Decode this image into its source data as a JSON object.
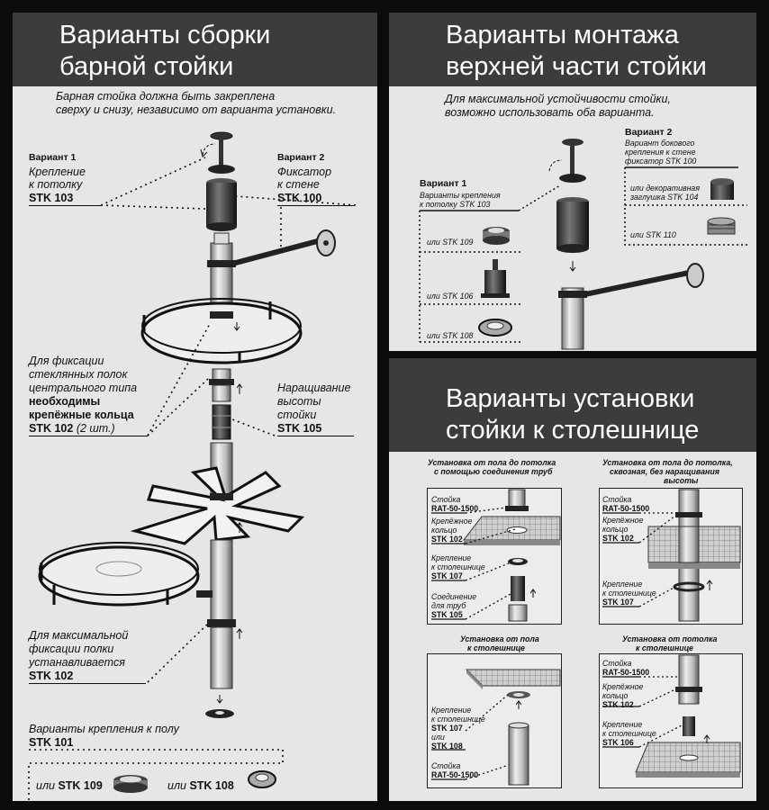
{
  "left": {
    "title_line1": "Варианты сборки",
    "title_line2": "барной стойки",
    "intro_line1": "Барная стойка должна быть закреплена",
    "intro_line2": "сверху и снизу, независимо от варианта установки.",
    "v1_head": "Вариант 1",
    "v1_l1": "Крепление",
    "v1_l2": "к потолку",
    "v1_code": "STK 103",
    "v2_head": "Вариант 2",
    "v2_l1": "Фиксатор",
    "v2_l2": "к стене",
    "v2_code": "STK 100",
    "glass_l1": "Для фиксации",
    "glass_l2": "стеклянных полок",
    "glass_l3": "центрального типа",
    "glass_l4": "необходимы",
    "glass_l5": "крепёжные кольца",
    "glass_code": "STK 102",
    "glass_qty": " (2 шт.)",
    "ext_l1": "Наращивание",
    "ext_l2": "высоты",
    "ext_l3": "стойки",
    "ext_code": "STK 105",
    "max_l1": "Для максимальной",
    "max_l2": "фиксации полки",
    "max_l3": "устанавливается",
    "max_code": "STK 102",
    "floor_l1": "Варианты крепления к полу",
    "floor_code": "STK 101",
    "or109_pre": "или ",
    "or109_code": "STK 109",
    "or108_pre": "или ",
    "or108_code": "STK 108"
  },
  "topright": {
    "title_line1": "Варианты монтажа",
    "title_line2": "верхней части стойки",
    "intro_line1": "Для максимальной устойчивости стойки,",
    "intro_line2": "возможно использовать оба варианта.",
    "v2_head": "Вариант 2",
    "v2_l1": "Вариант бокового",
    "v2_l2": "крепления к стене",
    "v2_l3": "фиксатор  STK 100",
    "v1_head": "Вариант 1",
    "v1_l1": "Варианты крепления",
    "v1_l2": "к потолку STK 103",
    "or109": "или STK 109",
    "or106": "или STK 106",
    "or108": "или STK 108",
    "dec_l1": "или декоративная",
    "dec_l2": "заглушка STK 104",
    "or110": "или STK 110"
  },
  "bottomright": {
    "title_line1": "Варианты установки",
    "title_line2": "стойки к столешнице",
    "a_cap1": "Установка от пола до потолка",
    "a_cap2": "с помощью соединения труб",
    "a_l1": "Стойка",
    "a_l2": "RAT-50-1500",
    "a_l3": "Крепёжное",
    "a_l4": "кольцо",
    "a_l5": "STK 102",
    "a_l6": "Крепление",
    "a_l7": "к столешнице",
    "a_l8": "STK 107",
    "a_l9": "Соединение",
    "a_l10": "для труб",
    "a_l11": "STK 105",
    "b_cap1": "Установка от пола до потолка,",
    "b_cap2": "сквозная, без наращивания",
    "b_cap3": "высоты",
    "b_l1": "Стойка",
    "b_l2": "RAT-50-1500",
    "b_l3": "Крепёжное",
    "b_l4": "кольцо",
    "b_l5": "STK 102",
    "b_l6": "Крепление",
    "b_l7": "к столешнице",
    "b_l8": "STK 107",
    "c_cap1": "Установка от пола",
    "c_cap2": "к столешнице",
    "c_l1": "Крепление",
    "c_l2": "к столешнице",
    "c_l3": "STK 107",
    "c_l4": "или",
    "c_l5": "STK 108",
    "c_l6": "Стойка",
    "c_l7": "RAT-50-1500",
    "d_cap1": "Установка от потолка",
    "d_cap2": "к столешнице",
    "d_l1": "Стойка",
    "d_l2": "RAT-50-1500",
    "d_l3": "Крепёжное",
    "d_l4": "кольцо",
    "d_l5": "STK 102",
    "d_l6": "Крепление",
    "d_l7": "к столешнице",
    "d_l8": "STK 106"
  }
}
